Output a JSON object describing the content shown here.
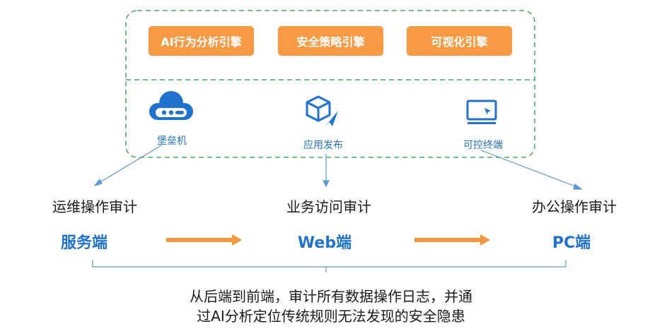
{
  "engines": [
    {
      "label": "AI行为分析引擎"
    },
    {
      "label": "安全策略引擎"
    },
    {
      "label": "可视化引擎"
    }
  ],
  "components": [
    {
      "label": "堡垒机",
      "icon": "cloud-server-icon"
    },
    {
      "label": "应用发布",
      "icon": "cube-cursor-icon"
    },
    {
      "label": "可控终端",
      "icon": "monitor-cursor-icon"
    }
  ],
  "audits": [
    {
      "title": "运维操作审计",
      "endpoint": "服务端"
    },
    {
      "title": "业务访问审计",
      "endpoint": "Web端"
    },
    {
      "title": "办公操作审计",
      "endpoint": "PC端"
    }
  ],
  "summary": {
    "line1": "从后端到前端，审计所有数据操作日志，并通",
    "line2": "过AI分析定位传统规则无法发现的安全隐患"
  },
  "colors": {
    "engine_fill": "#f79a43",
    "accent_blue": "#1f73cf",
    "dashed_border": "#3fae5a",
    "connector": "#5a9bd5",
    "arrow": "#f7963a"
  }
}
